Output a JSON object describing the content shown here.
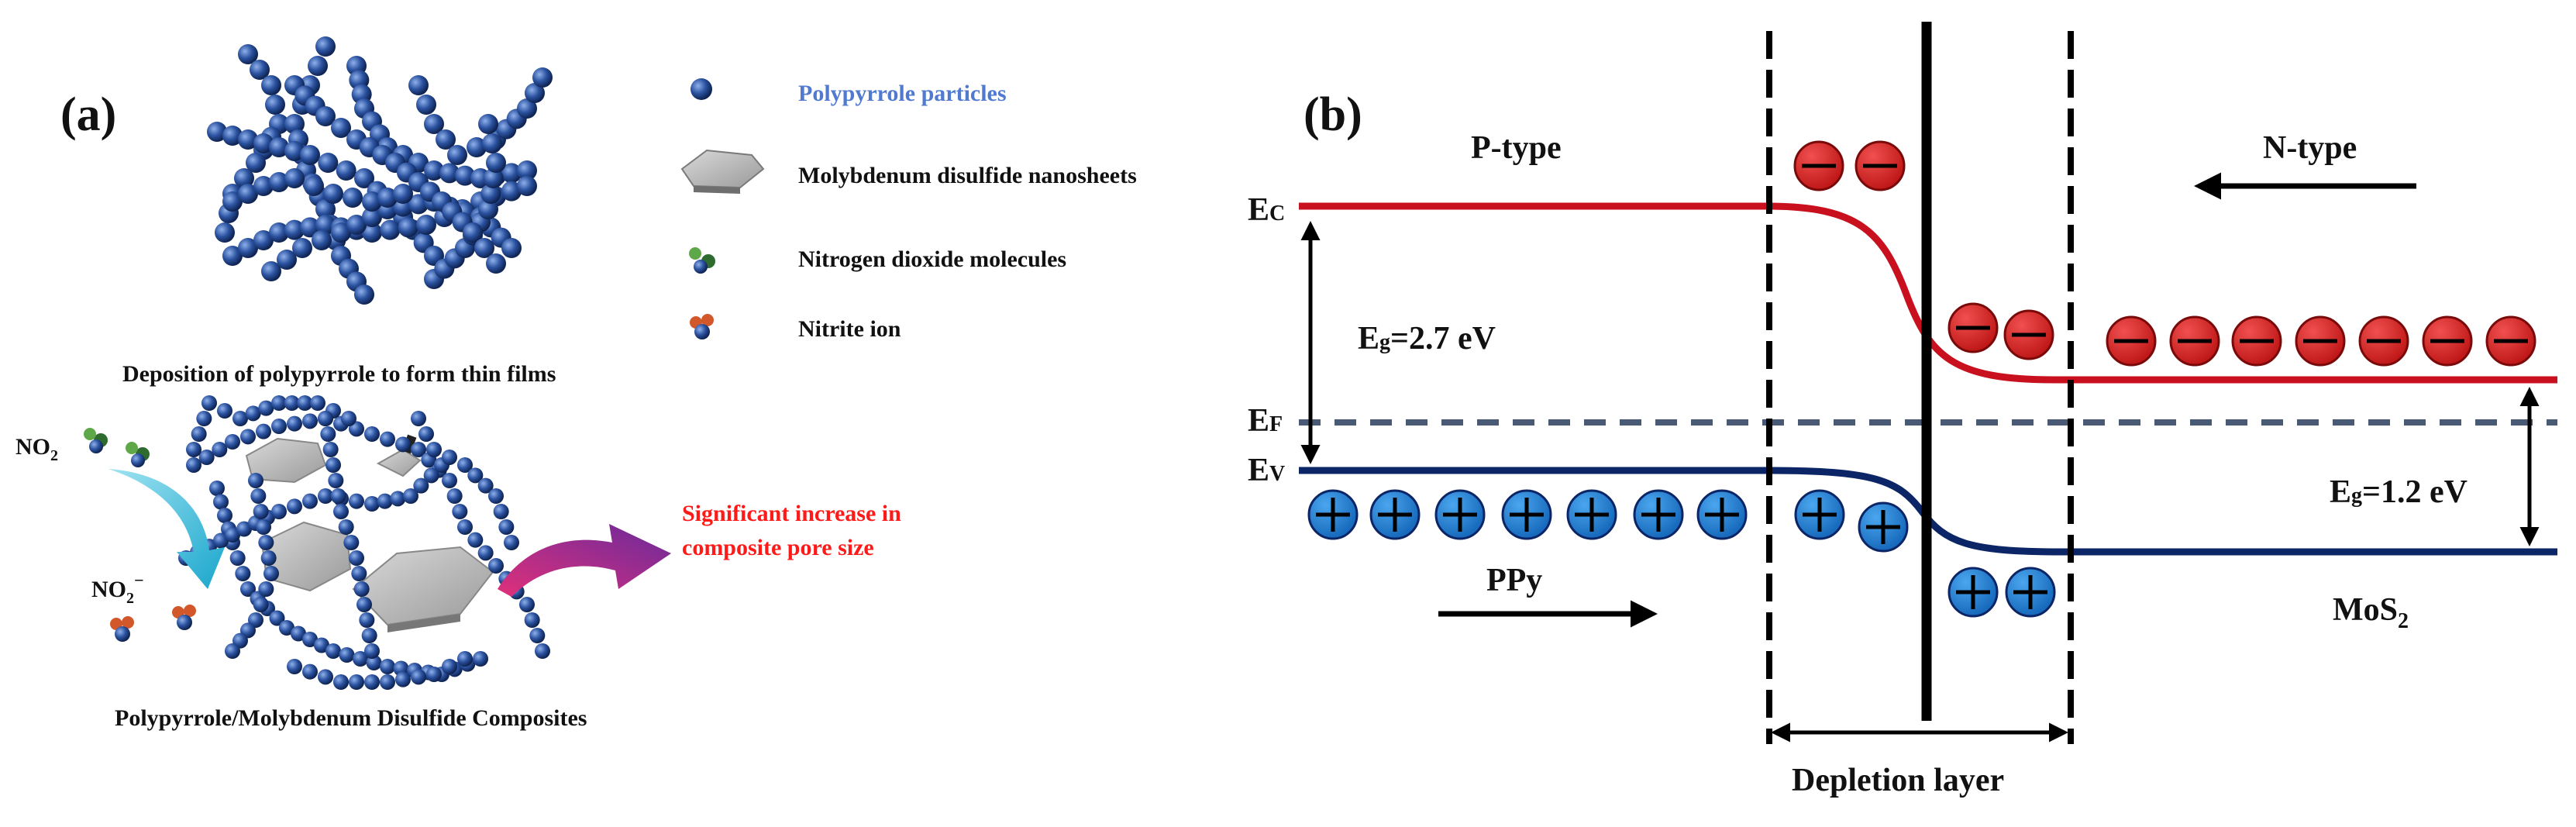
{
  "panel_a": {
    "label": "(a)",
    "legend": [
      {
        "text": "Polypyrrole particles",
        "icon": "ppy-particle-icon",
        "color": "#4f7ad0"
      },
      {
        "text": "Molybdenum disulfide nanosheets",
        "icon": "mos2-nanosheet-icon",
        "color": "#111111"
      },
      {
        "text": "Nitrogen dioxide molecules",
        "icon": "no2-molecule-icon",
        "color": "#111111"
      },
      {
        "text": "Nitrite ion",
        "icon": "nitrite-ion-icon",
        "color": "#111111"
      }
    ],
    "film_caption": "Deposition of polypyrrole to form thin films",
    "no2_label": "NO",
    "no2_sub": "2",
    "no2_minus_label": "NO",
    "no2_minus_sub": "2",
    "no2_minus_sup": "−",
    "pore_text_line1": "Significant increase in",
    "pore_text_line2": "composite pore size",
    "composite_caption": "Polypyrrole/Molybdenum Disulfide Composites",
    "colors": {
      "particle": "#1f3f7a",
      "sheet": "#b8b8b8",
      "arrow_cyan": "#2bb4d6",
      "arrow_magenta": "#b02a8a",
      "highlight": "#ff1a1a"
    }
  },
  "panel_b": {
    "label": "(b)",
    "p_type": "P-type",
    "n_type": "N-type",
    "ec_label": "E",
    "ec_sub": "C",
    "ef_label": "E",
    "ef_sub": "F",
    "ev_label": "E",
    "ev_sub": "V",
    "eg_left_label": "E",
    "eg_left_sub": "g",
    "eg_left_value": "=2.7 eV",
    "eg_right_label": "E",
    "eg_right_sub": "g",
    "eg_right_value": "=1.2 eV",
    "ppy_label": "PPy",
    "mos2_label": "MoS",
    "mos2_sub": "2",
    "depletion_label": "Depletion layer",
    "electron_symbol": "−",
    "hole_symbol": "+",
    "colors": {
      "conduction": "#c8101e",
      "valence": "#0c2566",
      "fermi": "#4a5a75",
      "electron_fill": "#d42020",
      "hole_fill": "#1e7fd0"
    }
  }
}
